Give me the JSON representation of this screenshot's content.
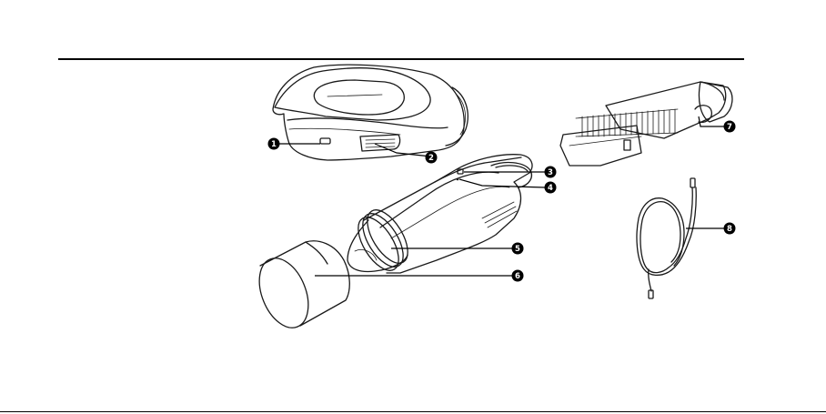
{
  "callouts": [
    {
      "number": "1",
      "label": ""
    },
    {
      "number": "2",
      "label": ""
    },
    {
      "number": "3",
      "label": ""
    },
    {
      "number": "4",
      "label": ""
    },
    {
      "number": "5",
      "label": ""
    },
    {
      "number": "6",
      "label": ""
    },
    {
      "number": "7",
      "label": ""
    },
    {
      "number": "8",
      "label": ""
    }
  ],
  "parts": [
    {
      "name": "vacuum-body"
    },
    {
      "name": "nozzle-body"
    },
    {
      "name": "filter-cover"
    },
    {
      "name": "brush-attachment"
    },
    {
      "name": "charging-cable"
    }
  ]
}
